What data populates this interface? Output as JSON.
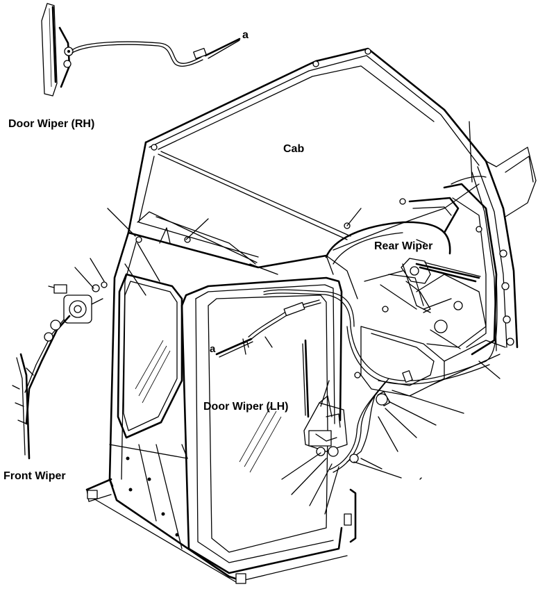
{
  "labels": {
    "door_wiper_rh": "Door Wiper (RH)",
    "cab": "Cab",
    "rear_wiper": "Rear Wiper",
    "door_wiper_lh": "Door Wiper (LH)",
    "front_wiper": "Front Wiper",
    "ref_a_top": "a",
    "ref_a_mid": "a"
  }
}
